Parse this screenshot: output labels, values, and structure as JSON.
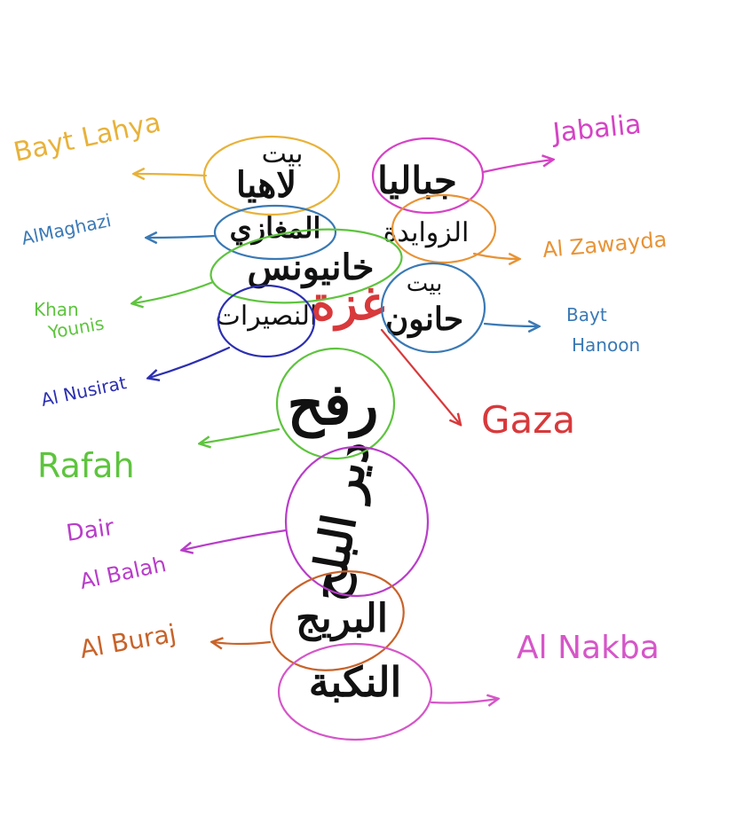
{
  "colors": {
    "yellow": "#e8b23a",
    "magenta": "#d543c5",
    "blue": "#3a79b5",
    "orange": "#e89335",
    "green": "#5ec43e",
    "navy": "#2c2fb0",
    "red": "#d8393b",
    "purple": "#b83dc9",
    "brown": "#c8632a",
    "pink": "#d556c8",
    "ink": "#111111"
  },
  "labels": {
    "bayt_lahya": "Bayt Lahya",
    "jabalia": "Jabalia",
    "al_maghazi": "AlMaghazi",
    "al_zawayda": "Al Zawayda",
    "khan_younis_line1": "Khan",
    "khan_younis_line2": "Younis",
    "bayt_hanoon_line1": "Bayt",
    "bayt_hanoon_line2": "Hanoon",
    "al_nusirat": "Al Nusirat",
    "gaza": "Gaza",
    "rafah": "Rafah",
    "dair_al_balah_line1": "Dair",
    "dair_al_balah_line2": "Al Balah",
    "al_buraj": "Al Buraj",
    "al_nakba": "Al Nakba"
  },
  "arabic": {
    "bayt_lahya_1": "بيت",
    "bayt_lahya_2": "لاهيا",
    "jabalia": "جباليا",
    "al_maghazi": "المغازي",
    "al_zawayda": "الزوايدة",
    "khan_younis": "خانيونس",
    "bayt_hanoon_1": "بيت",
    "bayt_hanoon_2": "حانون",
    "al_nusirat": "النصيرات",
    "gaza": "غزة",
    "rafah": "رفح",
    "dair_al_balah": "دير البلح",
    "al_buraj": "البريج",
    "al_nakba": "النكبة"
  }
}
